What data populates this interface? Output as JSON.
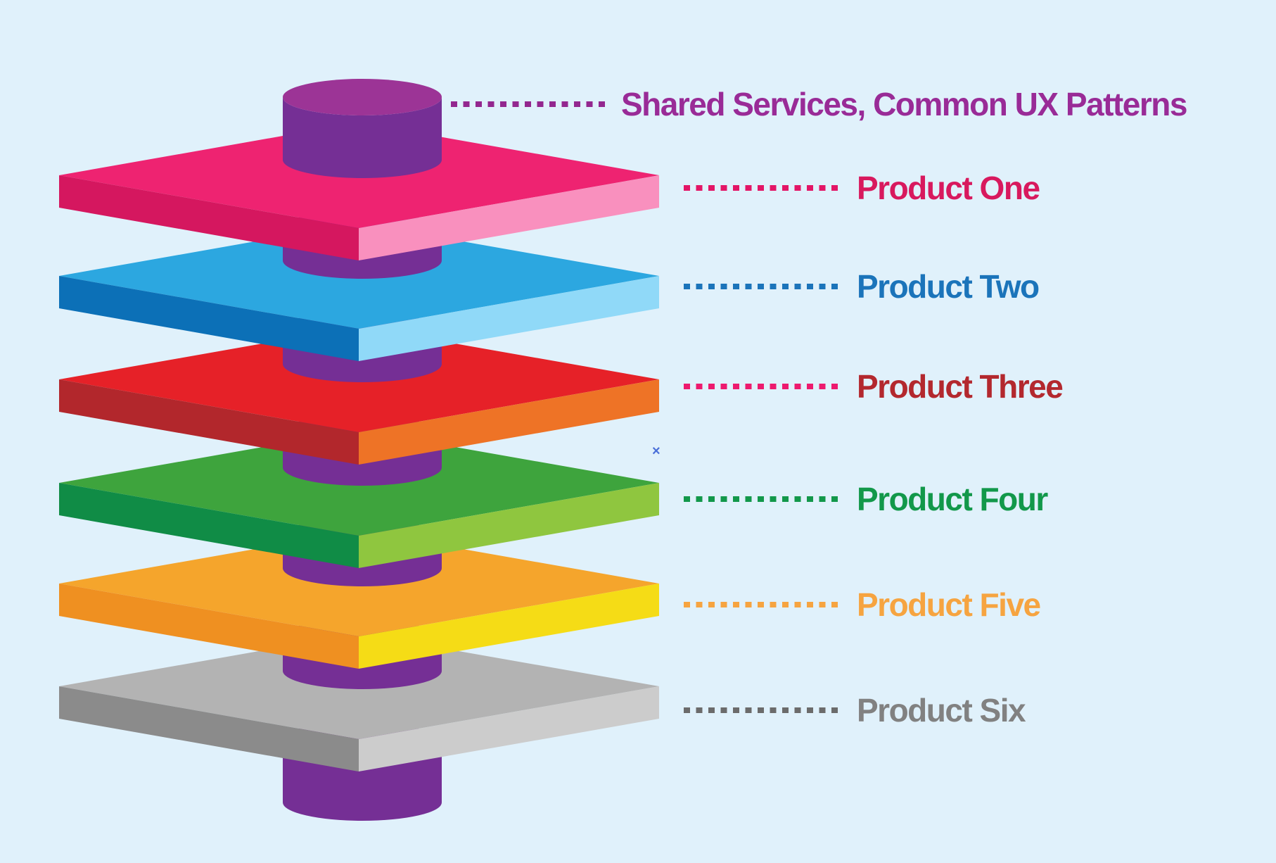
{
  "background": "#E0F1FB",
  "hub": {
    "label": "Shared Services, Common UX Patterns",
    "text_color": "#992B97",
    "dot_color": "#93278F",
    "cylinder_side_color": "#752F95",
    "cylinder_cap_color": "#9C3496"
  },
  "products": [
    {
      "label": "Product One",
      "text_color": "#D8195E",
      "dot_color": "#E31566",
      "layer": {
        "top": "#EE2371",
        "left": "#D5175F",
        "right": "#F990BE"
      }
    },
    {
      "label": "Product Two",
      "text_color": "#1B74BA",
      "dot_color": "#1B74BA",
      "layer": {
        "top": "#2CA7E0",
        "left": "#0C70B7",
        "right": "#90D9F8"
      }
    },
    {
      "label": "Product Three",
      "text_color": "#B3282E",
      "dot_color": "#ED1A6E",
      "layer": {
        "top": "#E62128",
        "left": "#B2272C",
        "right": "#EE7326"
      }
    },
    {
      "label": "Product Four",
      "text_color": "#12984A",
      "dot_color": "#12984A",
      "layer": {
        "top": "#3EA43D",
        "left": "#108C46",
        "right": "#8FC63F"
      }
    },
    {
      "label": "Product Five",
      "text_color": "#F6A440",
      "dot_color": "#F6A440",
      "layer": {
        "top": "#F5A52C",
        "left": "#EF9021",
        "right": "#F5DC16"
      }
    },
    {
      "label": "Product Six",
      "text_color": "#818181",
      "dot_color": "#6B6B6B",
      "layer": {
        "top": "#B3B3B3",
        "left": "#8B8B8B",
        "right": "#CCCCCC"
      }
    }
  ],
  "stray_mark": {
    "char": "×",
    "color": "#4A6FD8"
  }
}
